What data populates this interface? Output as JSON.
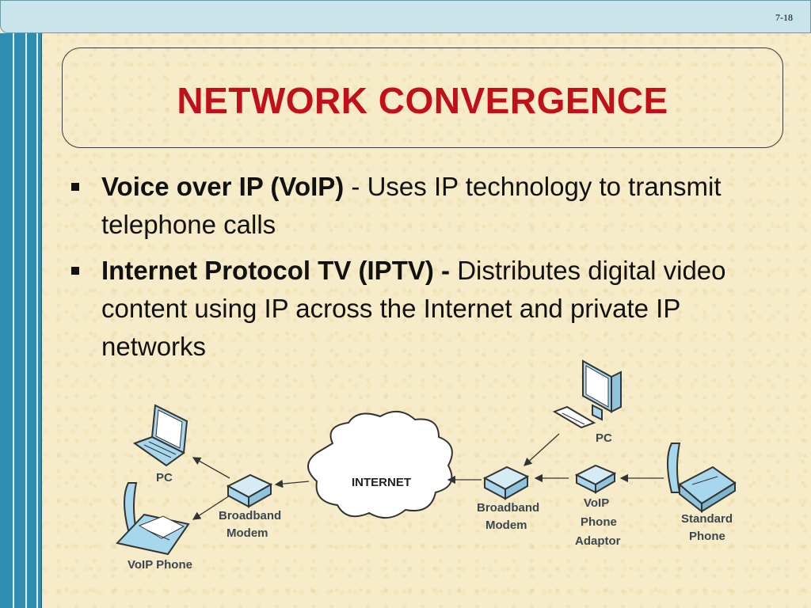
{
  "slide_number": "7-18",
  "title": "NETWORK CONVERGENCE",
  "bullets": [
    {
      "term": "Voice over IP (VoIP)",
      "text": " - Uses IP technology to transmit telephone calls"
    },
    {
      "term": "Internet Protocol TV (IPTV) - ",
      "text": " Distributes digital video content using IP across the Internet and private IP networks"
    }
  ],
  "diagram": {
    "left_pc": "PC",
    "voip_phone": "VoIP Phone",
    "left_modem": [
      "Broadband",
      "Modem"
    ],
    "internet": "INTERNET",
    "right_modem": [
      "Broadband",
      "Modem"
    ],
    "voip_adaptor": [
      "VoIP",
      "Phone",
      "Adaptor"
    ],
    "standard_phone": [
      "Standard",
      "Phone"
    ],
    "right_pc": "PC"
  },
  "colors": {
    "title": "#c0101a",
    "sidebar": "#2f8db0",
    "device": "#a7d7ec"
  }
}
